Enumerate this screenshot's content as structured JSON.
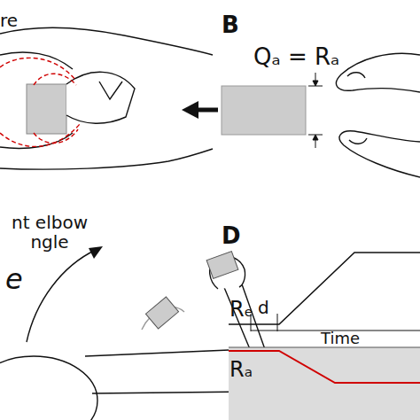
{
  "diagram": {
    "labels": [
      "re",
      "B",
      "Qₐ = Rₐ",
      "nt elbow ngle",
      "e",
      "D",
      "Rₑ",
      "d",
      "Time",
      "Rₐ"
    ]
  }
}
